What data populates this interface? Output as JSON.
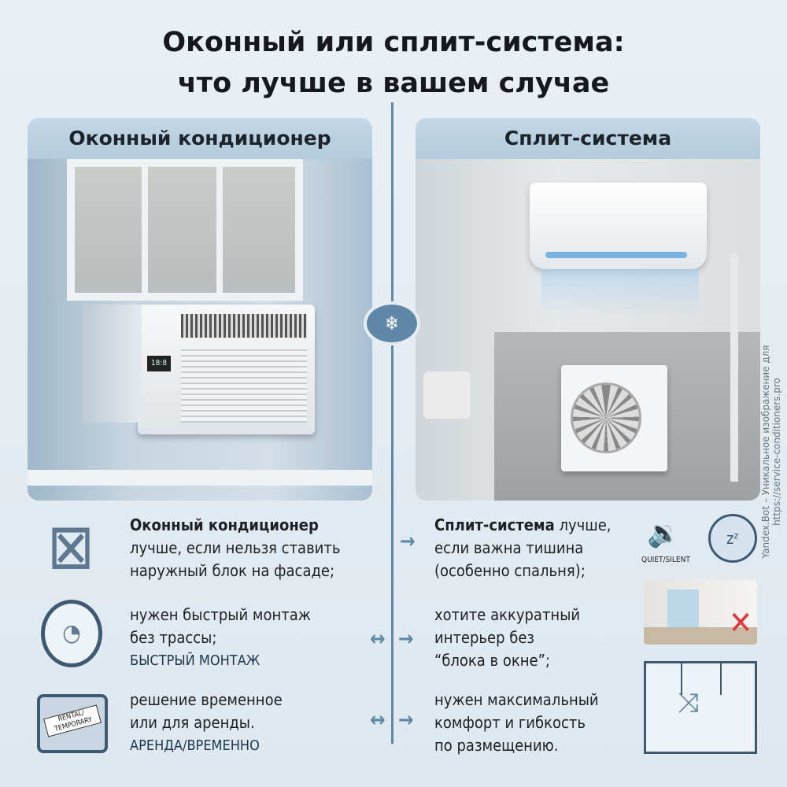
{
  "title": {
    "line1": "Оконный или сплит-система:",
    "line2": "что лучше в вашем случае"
  },
  "left_panel": {
    "header": "Оконный кондиционер",
    "display": "18:8"
  },
  "right_panel": {
    "header": "Сплит-система"
  },
  "center_icon": "ac-unit-icon",
  "rows": [
    {
      "left": {
        "bold": "Оконный кондиционер",
        "lines": [
          "лучше, если нельзя ставить",
          "наружный блок на фасаде;"
        ],
        "icon": "no-window-icon"
      },
      "right": {
        "bold": "Сплит-система",
        "bold_tail": " лучше,",
        "lines": [
          "если важна тишина",
          "(особенно спальня);"
        ],
        "icon": "quiet-sleep-icon",
        "icon_label": "QUIET/SILENT"
      }
    },
    {
      "left": {
        "lines": [
          "нужен быстрый монтаж",
          "без трассы;"
        ],
        "tag": "БЫСТРЫЙ МОНТАЖ",
        "icon": "stopwatch-icon"
      },
      "right": {
        "lines": [
          "хотите аккуратный",
          "интерьер без",
          "“блока в окне”;"
        ],
        "icon": "clean-interior-icon"
      }
    },
    {
      "left": {
        "lines": [
          "решение временное",
          "или для аренды."
        ],
        "tag": "АРЕНДА/ВРЕМЕННО",
        "icon": "suitcase-icon",
        "icon_label": "RENTAL/ TEMPORARY"
      },
      "right": {
        "lines": [
          "нужен максимальный",
          "комфорт и гибкость",
          "по размещению."
        ],
        "icon": "floor-plan-icon"
      }
    }
  ],
  "watermark": "Yandex.Bot – Уникальное изображение для https://service-conditioners.pro",
  "colors": {
    "accent": "#5f88a6",
    "header_band": "#b9cfdf",
    "text": "#1d2126"
  }
}
